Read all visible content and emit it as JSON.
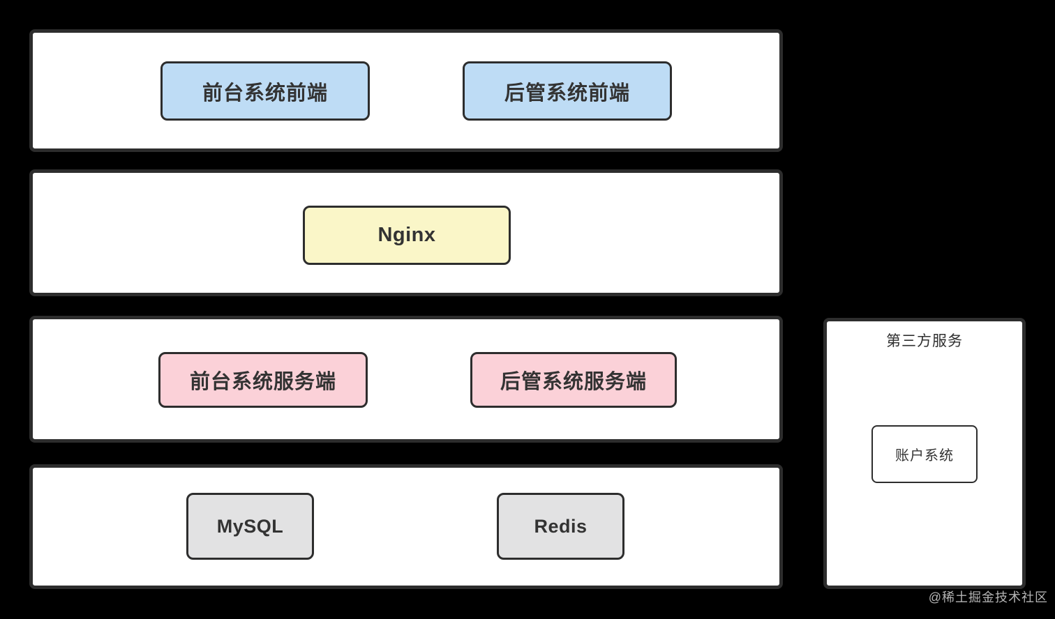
{
  "colors": {
    "blue": "#bedcf5",
    "yellow": "#faf6c8",
    "pink": "#fbd1d8",
    "gray": "#e2e2e3",
    "white": "#ffffff",
    "border": "#2d2d2d",
    "background": "#000000",
    "text": "#333333",
    "watermark_text": "#b5b5b5"
  },
  "layers": [
    {
      "name": "frontend-layer",
      "nodes": [
        {
          "label": "前台系统前端",
          "fill": "blue"
        },
        {
          "label": "后管系统前端",
          "fill": "blue"
        }
      ]
    },
    {
      "name": "gateway-layer",
      "nodes": [
        {
          "label": "Nginx",
          "fill": "yellow"
        }
      ]
    },
    {
      "name": "server-layer",
      "nodes": [
        {
          "label": "前台系统服务端",
          "fill": "pink"
        },
        {
          "label": "后管系统服务端",
          "fill": "pink"
        }
      ]
    },
    {
      "name": "data-layer",
      "nodes": [
        {
          "label": "MySQL",
          "fill": "gray"
        },
        {
          "label": "Redis",
          "fill": "gray"
        }
      ]
    }
  ],
  "side_panel": {
    "title": "第三方服务",
    "nodes": [
      {
        "label": "账户系统",
        "fill": "white"
      }
    ]
  },
  "watermark": "@稀土掘金技术社区"
}
